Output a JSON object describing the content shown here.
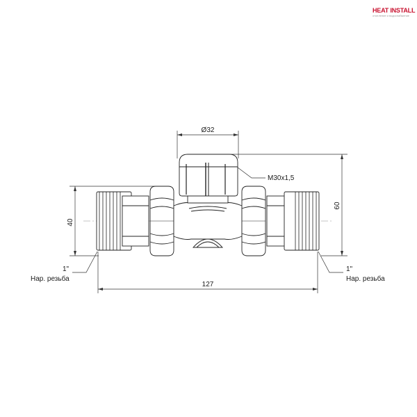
{
  "brand": {
    "name": "HEAT INSTALL",
    "tagline": "отопление и водоснабжение",
    "color": "#c8102e"
  },
  "dimensions": {
    "cap_diameter": "Ø32",
    "cap_thread": "M30x1,5",
    "body_height": "40",
    "total_height": "60",
    "total_length": "127",
    "left_thread_size": "1\"",
    "left_thread_type": "Нар. резьба",
    "right_thread_size": "1\"",
    "right_thread_type": "Нар. резьба"
  }
}
